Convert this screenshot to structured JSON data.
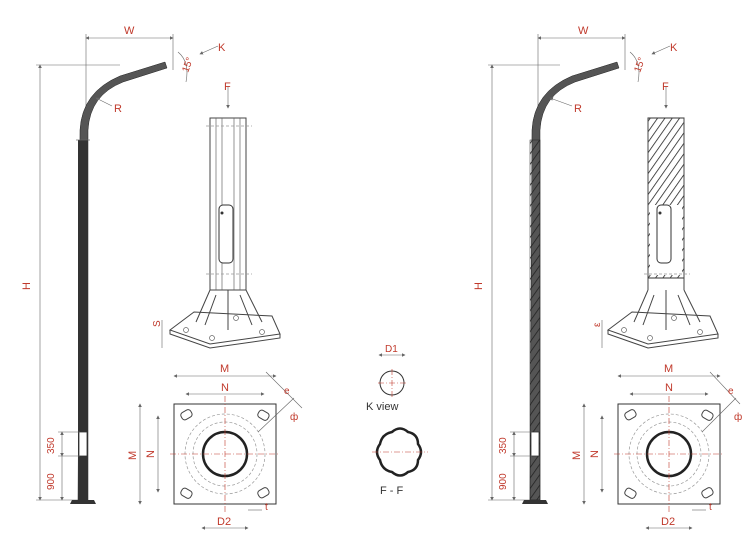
{
  "labels": {
    "width": "W",
    "view_arrow": "K",
    "angle": "15°",
    "radius": "R",
    "section_arrow": "F",
    "height": "H",
    "base_flange": "S",
    "base_flange_right": "ε",
    "plate_outer": "M",
    "plate_inner": "N",
    "bolt_hole": "e",
    "bolt_circle": "ф",
    "bottom_diameter": "D2",
    "thickness": "t",
    "top_diameter": "D1",
    "k_view": "K view",
    "section": "F - F",
    "door_height": "350",
    "door_offset": "900"
  }
}
